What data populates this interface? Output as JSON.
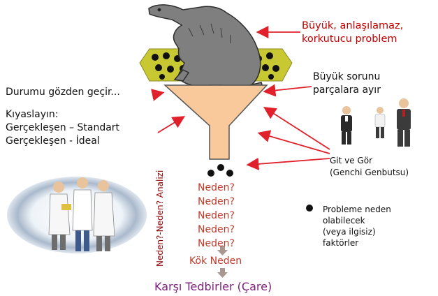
{
  "diagram": {
    "problem_label": [
      "Büyük, anlaşılamaz,",
      "korkutucu problem"
    ],
    "review_label": "Durumu gözden geçir...",
    "compare_label": [
      "Kıyaslayın:",
      "Gerçekleşen – Standart",
      "Gerçekleşen - İdeal"
    ],
    "break_down_label": [
      "Büyük sorunu",
      "parçalara ayır"
    ],
    "gemba_label": [
      "Git ve Gör",
      "(Genchi Genbutsu)"
    ],
    "factors_legend": [
      "Probleme neden",
      "olabilecek",
      "(veya ilgisiz)",
      "faktörler"
    ],
    "why_steps": [
      "Neden?",
      "Neden?",
      "Neden?",
      "Neden?",
      "Neden?"
    ],
    "root_cause": "Kök Neden",
    "countermeasure": "Karşı Tedbirler (Çare)",
    "vertical_label": "Neden?-Neden? Analizi"
  },
  "colors": {
    "funnel": "#f9c89b",
    "rim": "#c8c832",
    "arrow": "#e0202a",
    "text_red": "#c00000",
    "why_red": "#c0392b",
    "down_arrow": "#a89890",
    "countermeasure": "#7a1f7a"
  },
  "icons": [
    "dinosaur-icon",
    "business-people-icon",
    "scientists-group-icon"
  ]
}
